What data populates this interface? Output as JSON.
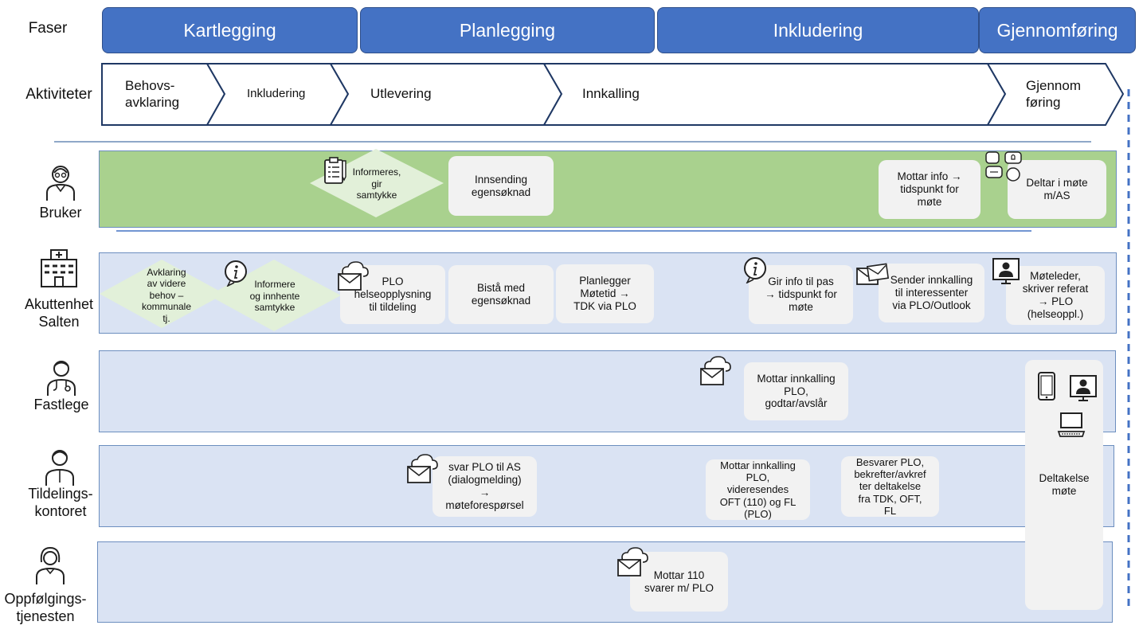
{
  "row_labels": {
    "phases": "Faser",
    "activities": "Aktiviteter"
  },
  "phases": [
    "Kartlegging",
    "Planlegging",
    "Inkludering",
    "Gjennomføring"
  ],
  "activities": [
    "Behovs-\navklaring",
    "Inkludering",
    "Utlevering",
    "Innkalling",
    "Gjennom\nføring"
  ],
  "lanes": [
    {
      "label": "Bruker"
    },
    {
      "label": "Akuttenhet\nSalten"
    },
    {
      "label": "Fastlege"
    },
    {
      "label": "Tildelings-\nkontoret"
    },
    {
      "label": "Oppfølgings-\ntjenesten"
    }
  ],
  "bruker": {
    "diamond": "Informeres,\ngir\nsamtykke",
    "box1": "Innsending\negensøknad",
    "box2": "Mottar info →\ntidspunkt for\nmøte",
    "box3": "Deltar i  møte\nm/AS"
  },
  "akutt": {
    "diamond1": "Avklaring\nav videre\nbehov –\nkommunale\ntj.",
    "diamond2": "Informere\nog innhente\nsamtykke",
    "box1": "PLO\nhelseopplysning\ntil tildeling",
    "box2": "Bistå med\negensøknad",
    "box3": "Planlegger\nMøtetid →\nTDK via PLO",
    "box4": "Gir info til pas\n→  tidspunkt for\nmøte",
    "box5": "Sender innkalling\ntil interessenter\nvia PLO/Outlook",
    "box6": "Møteleder,\nskriver referat\n→ PLO\n(helseoppl.)"
  },
  "fastlege": {
    "box1": "Mottar innkalling\nPLO,\ngodtar/avslår"
  },
  "tildeling": {
    "box1": "svar PLO til AS\n(dialogmelding)\n→\nmøteforespørsel",
    "box2": "Mottar innkalling\nPLO,\nvideresendes\nOFT (110) og FL\n(PLO)",
    "box3": "Besvarer PLO,\nbekrefter/avkref\nter deltakelse\nfra TDK, OFT,\nFL"
  },
  "oppfolging": {
    "box1": "Mottar 110\nsvarer m/ PLO"
  },
  "meeting": {
    "label": "Deltakelse\nmøte"
  },
  "colors": {
    "phase_fill": "#4472c4",
    "bruker_lane": "#a9d18e",
    "other_lane": "#dae3f3",
    "diamond_fill": "#e2f0d9",
    "diamond_fill_bruker": "#e2f0d9",
    "box_fill": "#f2f2f2",
    "dashed_line": "#4472c4"
  },
  "icons": [
    "person-icon",
    "hospital-icon",
    "doctor-icon",
    "office-worker-icon",
    "nurse-icon",
    "clipboard-icon",
    "info-icon",
    "mail-cloud-icon",
    "computer-user-icon",
    "tablet-icon",
    "laptop-icon",
    "ideas-icon"
  ]
}
